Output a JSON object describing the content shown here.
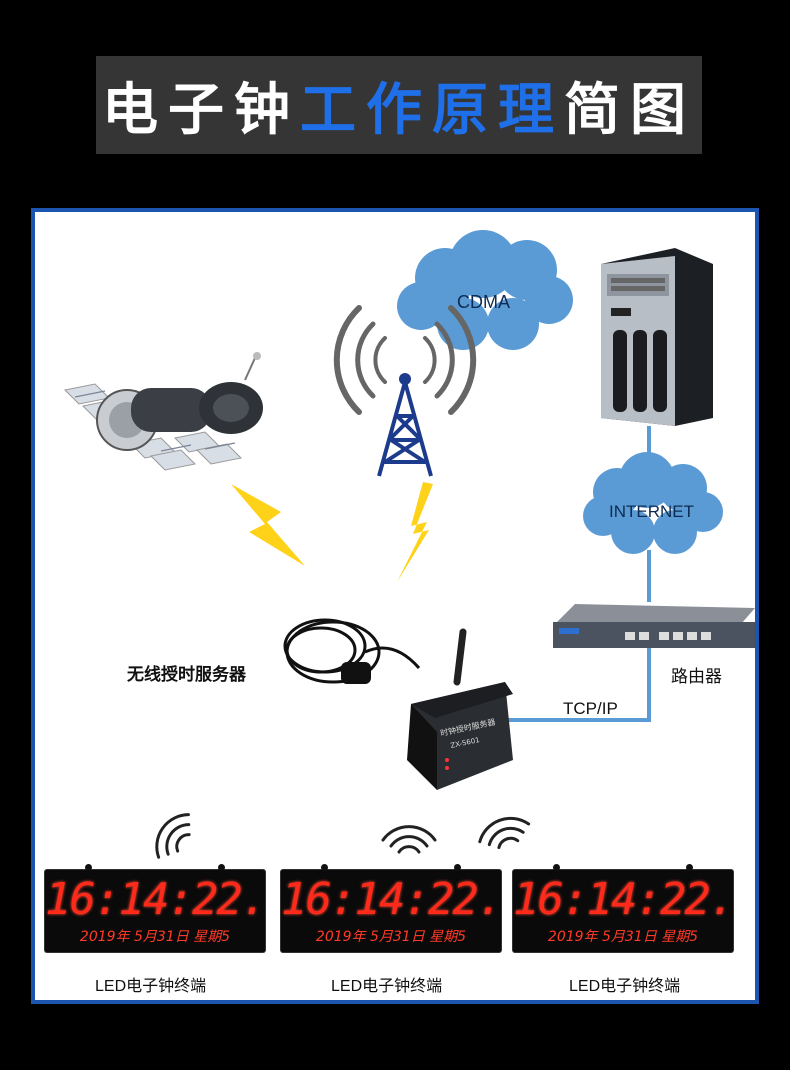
{
  "title": {
    "part1": "电子钟",
    "part2": "工作原理",
    "part3": "简图"
  },
  "labels": {
    "cdma": "CDMA",
    "internet": "INTERNET",
    "server": "无线授时服务器",
    "router": "路由器",
    "tcpip": "TCP/IP"
  },
  "device": {
    "panel_text": "时钟授时服务器",
    "model": "ZX-S601"
  },
  "clocks": [
    {
      "time": "16:14:22.",
      "date": "2019年 5月31日 星期5",
      "label": "LED电子钟终端"
    },
    {
      "time": "16:14:22.",
      "date": "2019年 5月31日 星期5",
      "label": "LED电子钟终端"
    },
    {
      "time": "16:14:22.",
      "date": "2019年 5月31日 星期5",
      "label": "LED电子钟终端"
    }
  ],
  "colors": {
    "title_highlight": "#1f6fe8",
    "panel_border": "#1b55b0",
    "link_line": "#5a9bd5",
    "cloud": "#5b9bd5",
    "lightning": "#ffd21a",
    "led": "#ff2a1a"
  }
}
